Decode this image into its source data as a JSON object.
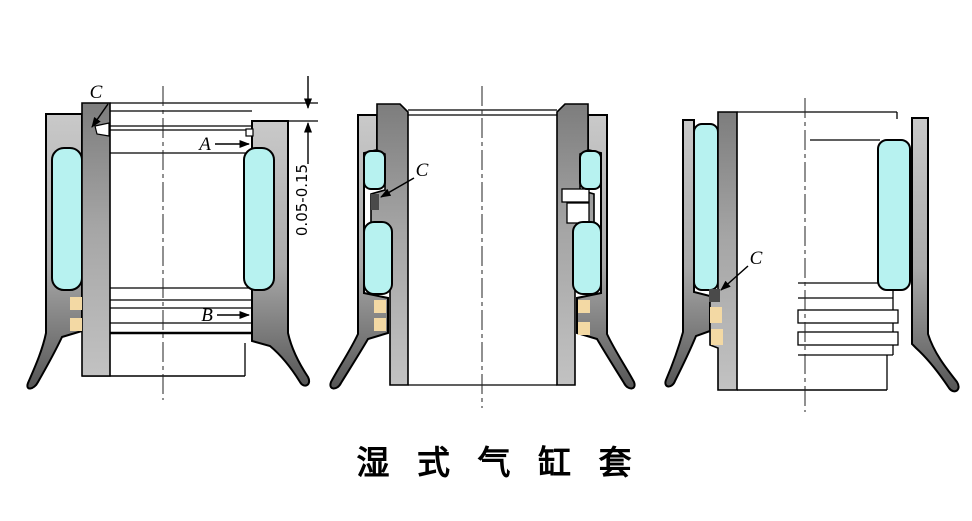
{
  "title": "湿 式 气 缸 套",
  "figures": [
    {
      "id": "liner-supported-at-top",
      "c_label": "C",
      "a_label": "A",
      "b_label": "B",
      "protrusion_dimension": "0.05-0.15"
    },
    {
      "id": "liner-supported-at-middle",
      "c_label": "C"
    },
    {
      "id": "liner-supported-at-bottom",
      "c_label": "C"
    }
  ],
  "colors": {
    "coolant": "#b7f2f0",
    "seal_ring": "#f3d9a4",
    "groove_dark": "#4a4a4a",
    "outline": "#000000",
    "metal_light": "#cdcdcd",
    "metal_dark": "#5a5a5a",
    "background": "#ffffff"
  }
}
